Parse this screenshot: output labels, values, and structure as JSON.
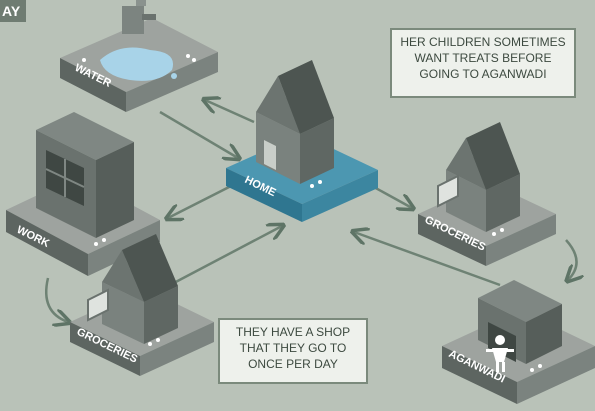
{
  "corner_tag": "AY",
  "labels": {
    "water": "WATER",
    "home": "HOME",
    "work": "WORK",
    "groceries_right": "GROCERIES",
    "groceries_left": "GROCERIES",
    "aganwadi": "AGANWADI"
  },
  "notes": {
    "top_right": "HER CHILDREN SOMETIMES WANT TREATS BEFORE GOING TO AGANWADI",
    "bottom_center": "THEY HAVE A SHOP THAT THEY GO TO ONCE PER DAY"
  },
  "colors": {
    "background": "#b9c2b8",
    "home_base": "#4c97b1",
    "platform_top": "#9ea39f",
    "platform_side": "#5d6561",
    "building": "#707874",
    "water": "#a8d3e8",
    "arrow": "#6e8274"
  }
}
